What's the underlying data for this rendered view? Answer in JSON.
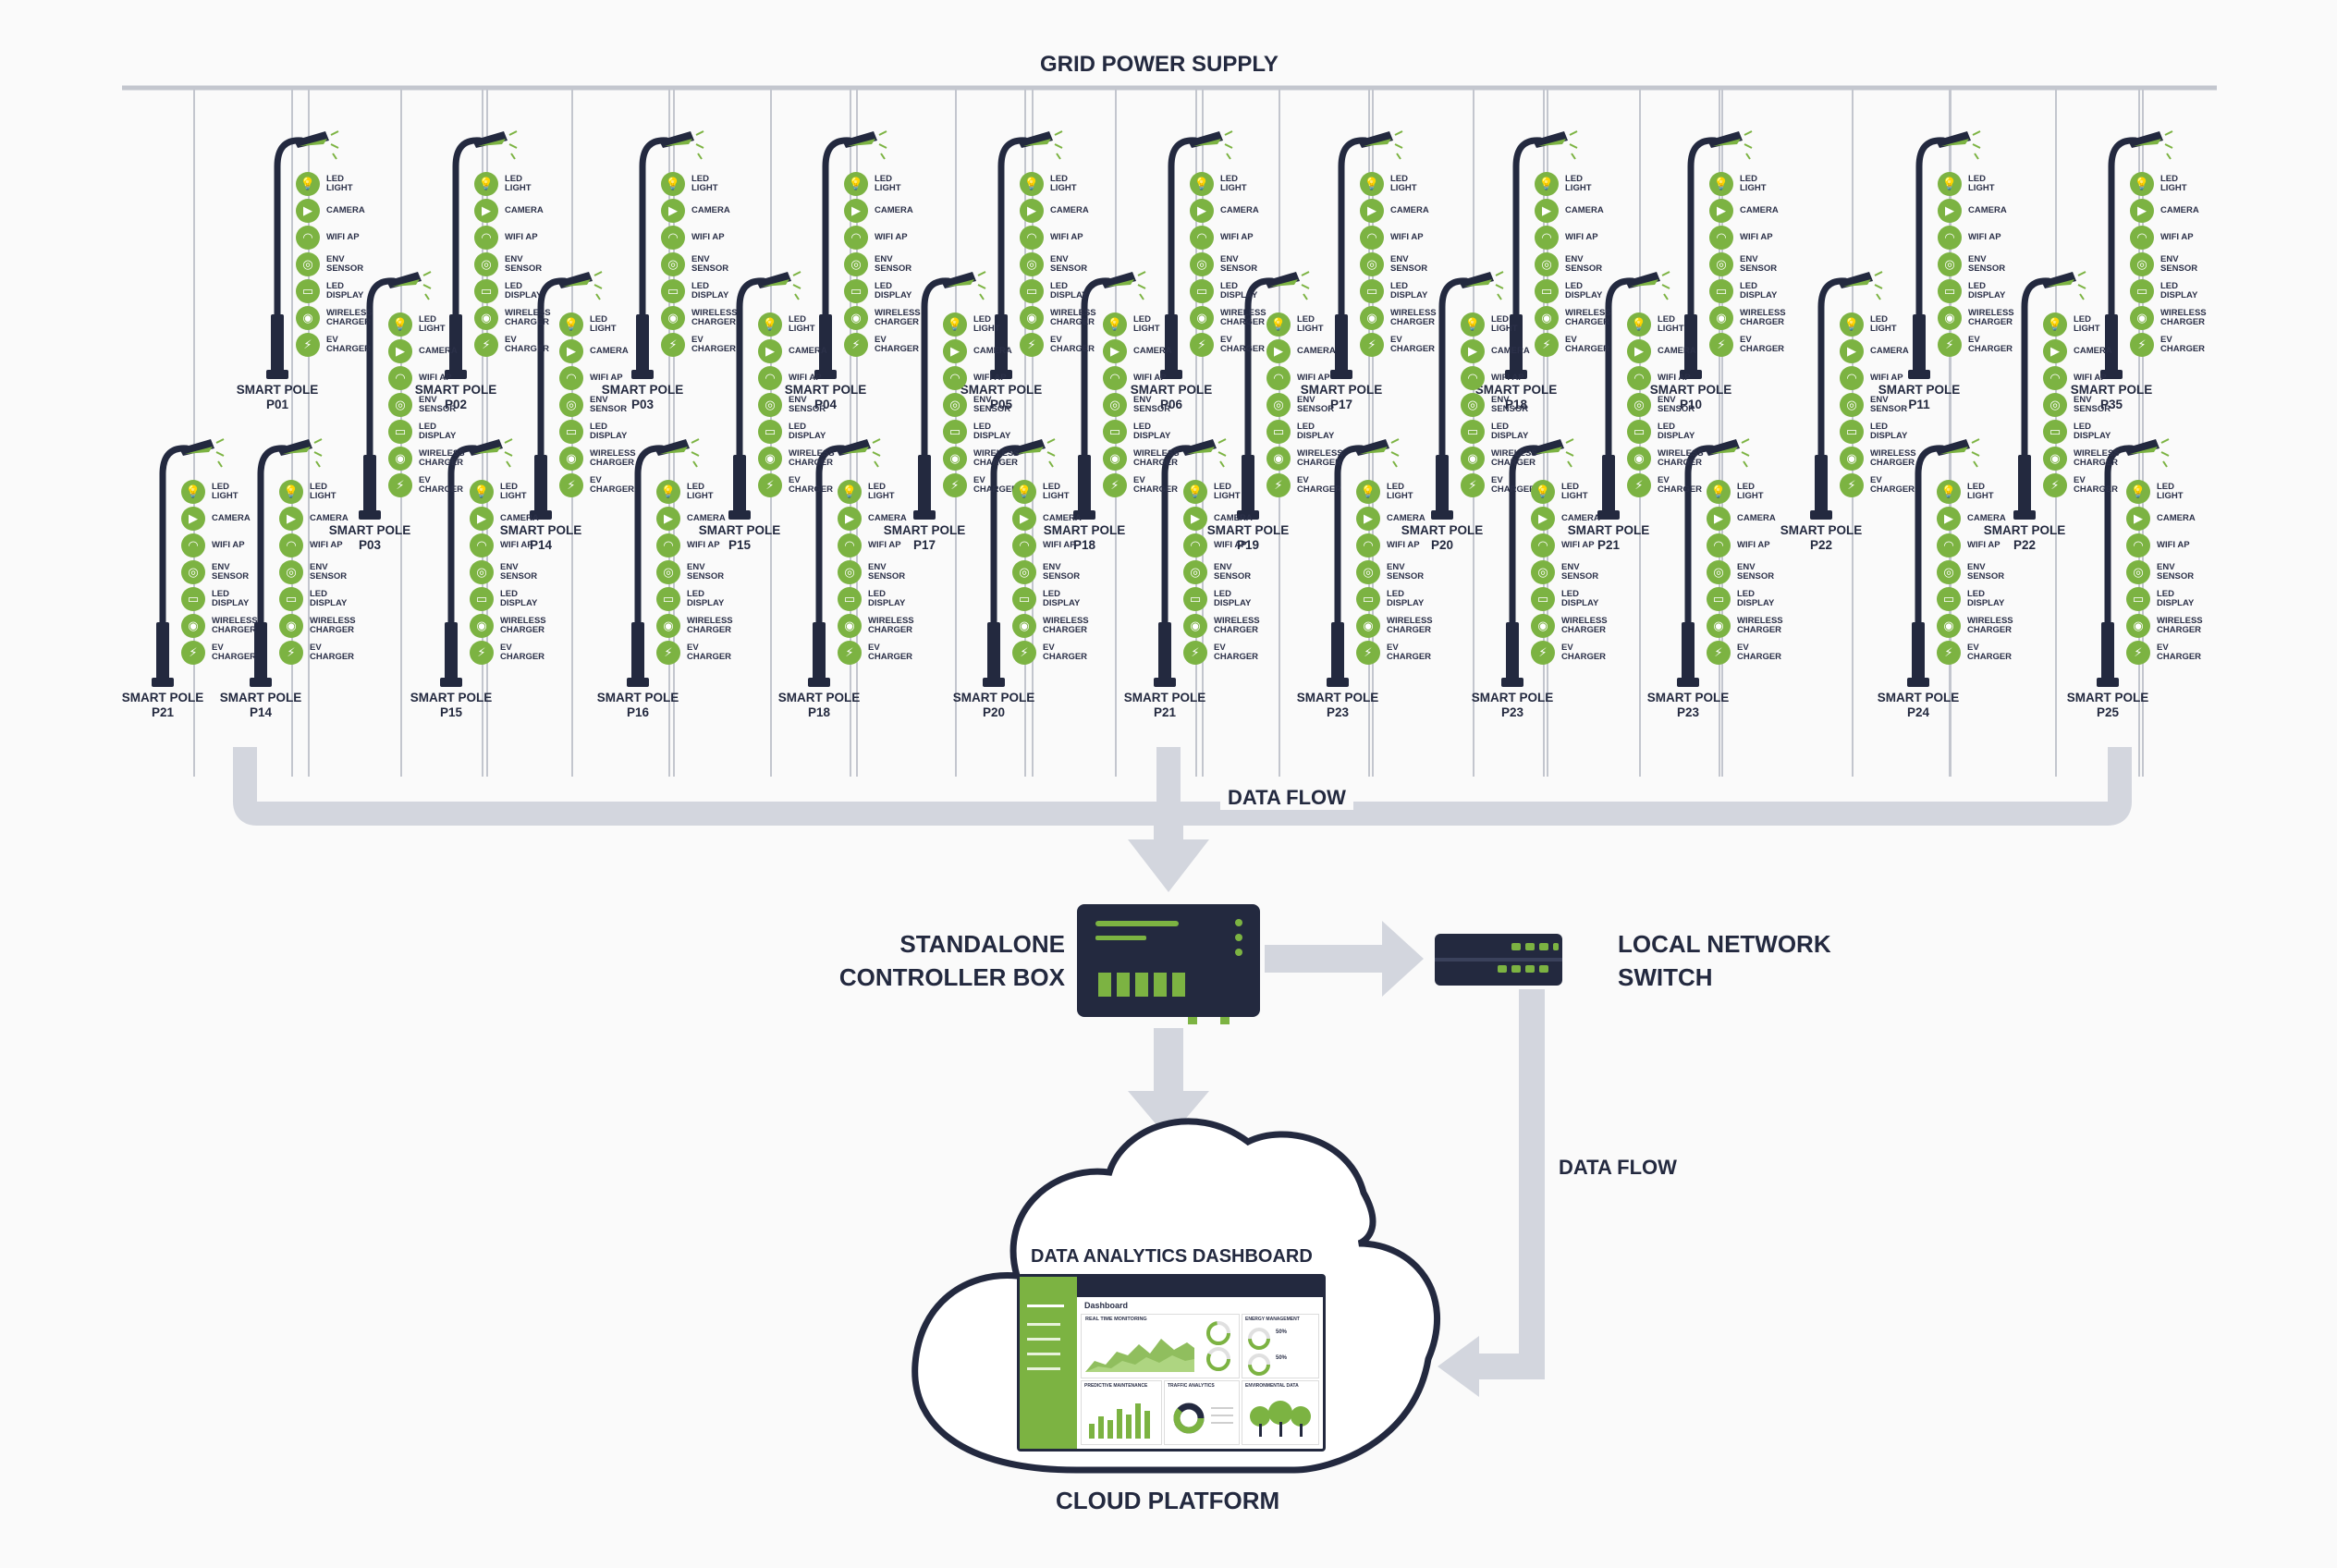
{
  "grid": {
    "title": "GRID POWER SUPPLY"
  },
  "data_flow_label": "DATA FLOW",
  "data_flow_label_2": "DATA FLOW",
  "controller": {
    "line1": "STANDALONE",
    "line2": "CONTROLLER BOX"
  },
  "switch": {
    "line1": "LOCAL NETWORK",
    "line2": "SWITCH"
  },
  "cloud": {
    "title": "CLOUD PLATFORM",
    "dashboard_title": "DATA ANALYTICS DASHBOARD"
  },
  "dashboard": {
    "brand": "",
    "header": "Dashboard",
    "panels": [
      "REAL TIME MONITORING",
      "ENERGY MANAGEMENT",
      "PREDICTIVE MAINTENANCE",
      "TRAFFIC ANALYTICS",
      "ENVIRONMENTAL DATA"
    ],
    "energy_values": [
      "50%",
      "50%"
    ]
  },
  "features": [
    {
      "icon": "bulb-icon",
      "glyph": "💡",
      "label": "LED\nLIGHT"
    },
    {
      "icon": "camera-icon",
      "glyph": "▶",
      "label": "CAMERA"
    },
    {
      "icon": "wifi-icon",
      "glyph": "◠",
      "label": "WIFI AP"
    },
    {
      "icon": "sensor-icon",
      "glyph": "◎",
      "label": "ENV\nSENSOR"
    },
    {
      "icon": "display-icon",
      "glyph": "▭",
      "label": "LED\nDISPLAY"
    },
    {
      "icon": "wireless-charger-icon",
      "glyph": "◉",
      "label": "WIRELESS\nCHARGER"
    },
    {
      "icon": "ev-charger-icon",
      "glyph": "⚡",
      "label": "EV\nCHARGER"
    }
  ],
  "poles_top": [
    {
      "line1": "SMART POLE",
      "line2": "P01"
    },
    {
      "line1": "SMART POLE",
      "line2": "P02"
    },
    {
      "line1": "SMART POLE",
      "line2": "P03"
    },
    {
      "line1": "SMART POLE",
      "line2": "P04"
    },
    {
      "line1": "SMART POLE",
      "line2": "P05"
    },
    {
      "line1": "SMART POLE",
      "line2": "P06"
    },
    {
      "line1": "SMART POLE",
      "line2": "P17"
    },
    {
      "line1": "SMART POLE",
      "line2": "P18"
    },
    {
      "line1": "SMART POLE",
      "line2": "P10"
    },
    {
      "line1": "SMART POLE",
      "line2": "P11"
    },
    {
      "line1": "SMART POLE",
      "line2": "P35"
    }
  ],
  "poles_mid": [
    {
      "line1": "SMART POLE",
      "line2": "P03"
    },
    {
      "line1": "SMART POLE",
      "line2": "P14"
    },
    {
      "line1": "SMART POLE",
      "line2": "P15"
    },
    {
      "line1": "SMART POLE",
      "line2": "P17"
    },
    {
      "line1": "SMART POLE",
      "line2": "P18"
    },
    {
      "line1": "SMART POLE",
      "line2": "P19"
    },
    {
      "line1": "SMART POLE",
      "line2": "P20"
    },
    {
      "line1": "SMART POLE",
      "line2": "P21"
    },
    {
      "line1": "SMART POLE",
      "line2": "P22"
    },
    {
      "line1": "SMART POLE",
      "line2": "P22"
    }
  ],
  "poles_bot": [
    {
      "line1": "SMART POLE",
      "line2": "P21"
    },
    {
      "line1": "SMART POLE",
      "line2": "P14"
    },
    {
      "line1": "SMART POLE",
      "line2": "P15"
    },
    {
      "line1": "SMART POLE",
      "line2": "P16"
    },
    {
      "line1": "SMART POLE",
      "line2": "P18"
    },
    {
      "line1": "SMART POLE",
      "line2": "P20"
    },
    {
      "line1": "SMART POLE",
      "line2": "P21"
    },
    {
      "line1": "SMART POLE",
      "line2": "P23"
    },
    {
      "line1": "SMART POLE",
      "line2": "P23"
    },
    {
      "line1": "SMART POLE",
      "line2": "P23"
    },
    {
      "line1": "SMART POLE",
      "line2": "P24"
    },
    {
      "line1": "SMART POLE",
      "line2": "P25"
    }
  ],
  "colors": {
    "navy": "#23293f",
    "green": "#7cb342",
    "connector": "#d3d6de",
    "line": "#c3c6ce"
  }
}
